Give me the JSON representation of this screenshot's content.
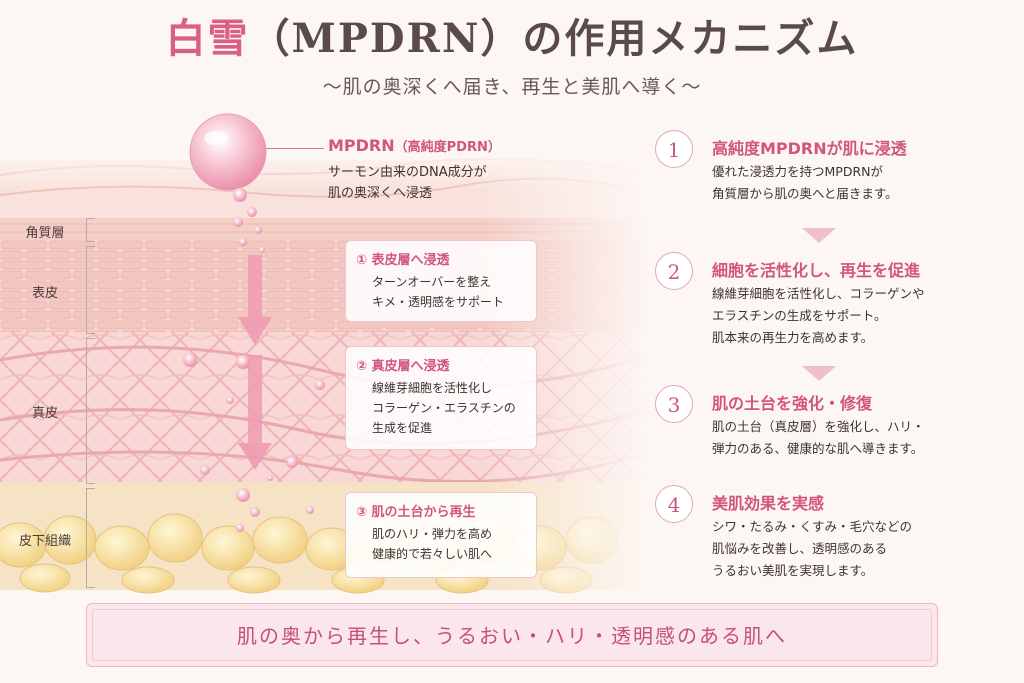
{
  "title": {
    "accent": "白雪",
    "rest": "（MPDRN）の作用メカニズム"
  },
  "subtitle": "〜肌の奥深くへ届き、再生と美肌へ導く〜",
  "layers": [
    "角質層",
    "表皮",
    "真皮",
    "皮下組織"
  ],
  "ingredient": {
    "name": "MPDRN",
    "note": "（高純度PDRN）",
    "desc1": "サーモン由来のDNA成分が",
    "desc2": "肌の奥深くへ浸透"
  },
  "callouts": [
    {
      "title": "① 表皮層へ浸透",
      "lines": [
        "ターンオーバーを整え",
        "キメ・透明感をサポート"
      ]
    },
    {
      "title": "② 真皮層へ浸透",
      "lines": [
        "線維芽細胞を活性化し",
        "コラーゲン・エラスチンの",
        "生成を促進"
      ]
    },
    {
      "title": "③ 肌の土台から再生",
      "lines": [
        "肌のハリ・弾力を高め",
        "健康的で若々しい肌へ"
      ]
    }
  ],
  "steps": [
    {
      "num": "1",
      "title": "高純度MPDRNが肌に浸透",
      "lines": [
        "優れた浸透力を持つMPDRNが",
        "角質層から肌の奥へと届きます。"
      ]
    },
    {
      "num": "2",
      "title": "細胞を活性化し、再生を促進",
      "lines": [
        "線維芽細胞を活性化し、コラーゲンや",
        "エラスチンの生成をサポート。",
        "肌本来の再生力を高めます。"
      ]
    },
    {
      "num": "3",
      "title": "肌の土台を強化・修復",
      "lines": [
        "肌の土台（真皮層）を強化し、ハリ・",
        "弾力のある、健康的な肌へ導きます。"
      ]
    },
    {
      "num": "4",
      "title": "美肌効果を実感",
      "lines": [
        "シワ・たるみ・くすみ・毛穴などの",
        "肌悩みを改善し、透明感のある",
        "うるおい美肌を実現します。"
      ]
    }
  ],
  "banner": "肌の奥から再生し、うるおい・ハリ・透明感のある肌へ",
  "colors": {
    "accent": "#d2557e",
    "skin": "#f6d3cf",
    "fat": "#f5dd9a"
  }
}
